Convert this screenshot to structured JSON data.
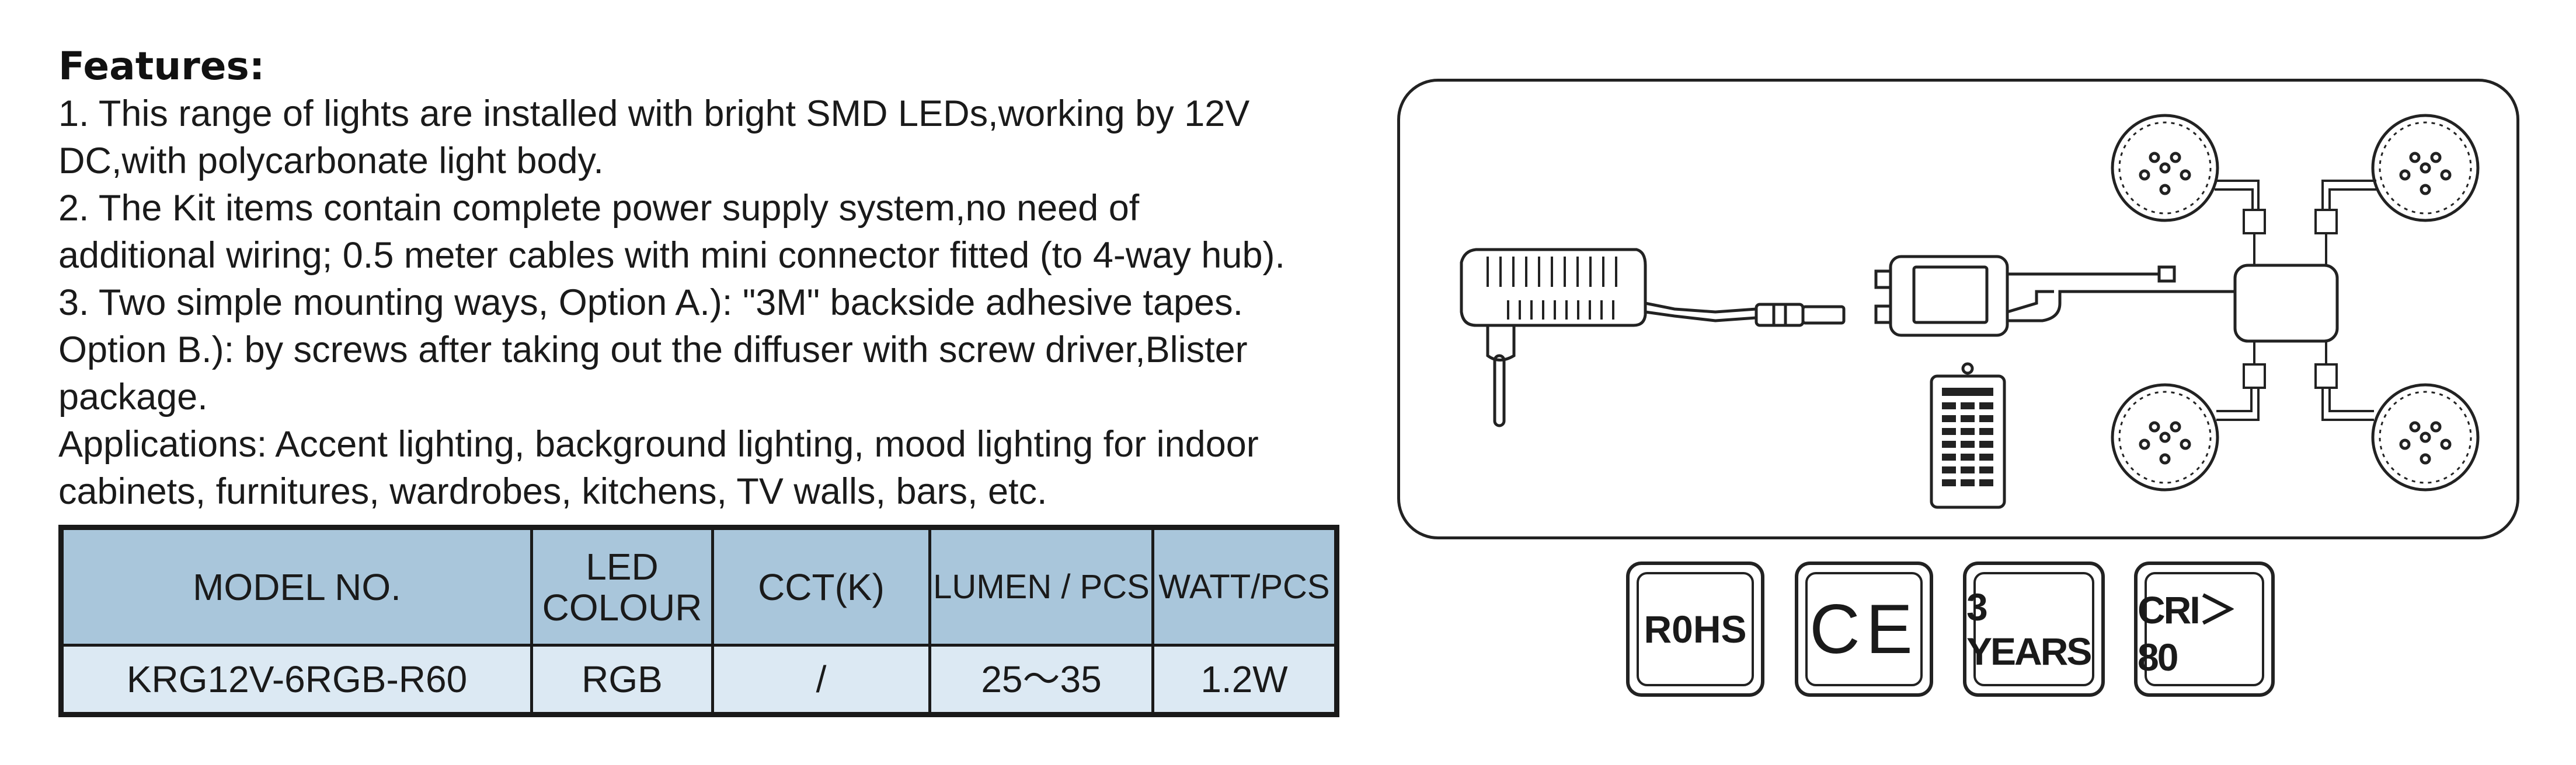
{
  "features": {
    "title": "Features:",
    "lines": [
      "1. This range of lights are installed with bright  SMD LEDs,working by 12V",
      "DC,with  polycarbonate light body.",
      "2. The Kit items contain complete power supply system,no need of",
      "additional wiring; 0.5 meter cables with mini connector fitted (to 4-way hub).",
      "3. Two simple mounting ways, Option A.):   \"3M\" backside adhesive tapes.",
      "Option B.):  by screws after taking out the diffuser with screw driver,Blister",
      "package.",
      "Applications:  Accent lighting, background lighting, mood lighting for indoor",
      "cabinets, furnitures,  wardrobes, kitchens, TV walls, bars, etc."
    ]
  },
  "spec_table": {
    "headers": {
      "model": "MODEL NO.",
      "led_line1": "LED",
      "led_line2": "COLOUR",
      "cct": "CCT(K)",
      "lumen": "LUMEN / PCS",
      "watt": "WATT/PCS"
    },
    "row": {
      "model": "KRG12V-6RGB-R60",
      "led": "RGB",
      "cct": "/",
      "lumen": "25～35",
      "watt": "1.2W"
    }
  },
  "badges": {
    "rohs": "R0HS",
    "ce": "CE",
    "years": "3 YEARS",
    "cri": "CRI＞80"
  },
  "colors": {
    "header_bg": "#a9c6db",
    "row_bg": "#dce9f3",
    "ink": "#1a1a1a"
  },
  "icons": {
    "diagram": [
      "power-adapter-icon",
      "rgb-controller-icon",
      "remote-control-icon",
      "distribution-hub-icon",
      "puck-light-icon"
    ]
  }
}
